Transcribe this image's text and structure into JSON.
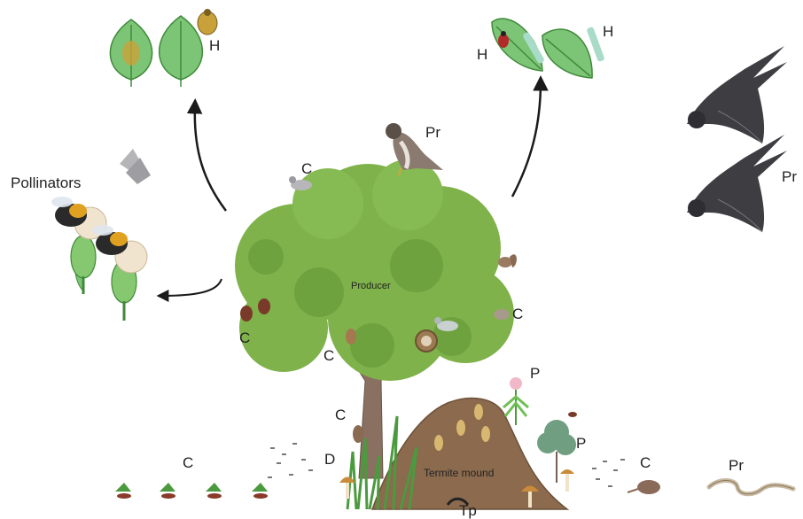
{
  "labels": {
    "producer": "Producer",
    "pollinators": "Pollinators",
    "termite_mound": "Termite mound",
    "herbivore_left": "H",
    "herbivore_right_a": "H",
    "herbivore_right_b": "H",
    "predator_falcon": "Pr",
    "predator_swallows": "Pr",
    "predator_snake": "Pr",
    "consumer_bird": "C",
    "consumer_beetles": "C",
    "consumer_branch": "C",
    "consumer_squirrel": "C",
    "consumer_trunk": "C",
    "consumer_ants": "C",
    "consumer_shrew": "C",
    "decomposer": "D",
    "plant_flower": "P",
    "plant_shrub": "P",
    "termite_producer": "Tp"
  },
  "colors": {
    "tree_foliage": "#7fb24a",
    "tree_foliage_dark": "#5c8f34",
    "trunk": "#8a7060",
    "mound": "#8b6a4e",
    "leaf": "#7cc576",
    "swallow": "#3d3d42",
    "arrow": "#1a1a1a"
  },
  "icons": [
    "falcon-icon",
    "swallow-icon",
    "snake-icon",
    "bee-icon",
    "moth-icon",
    "leaf-icon",
    "bird-icon",
    "squirrel-icon",
    "ant-icon",
    "mushroom-icon",
    "shrew-icon",
    "beetle-icon",
    "nest-icon",
    "termite-icon"
  ]
}
